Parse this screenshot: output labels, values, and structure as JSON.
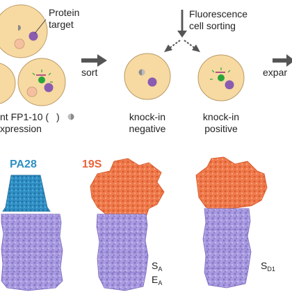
{
  "workflow": {
    "protein_target_label": [
      "Protein",
      "target"
    ],
    "sorting_label": [
      "Fluorescence",
      "cell sorting"
    ],
    "sort_arrow_label": "sort",
    "expand_arrow_label": "expar",
    "expression_label": [
      "nt FP1-10 (",
      ")",
      "xpression"
    ],
    "negative_label": [
      "knock-in",
      "negative"
    ],
    "positive_label": [
      "knock-in",
      "positive"
    ]
  },
  "structures": [
    {
      "label": "PA28",
      "color": "#2f8fc4",
      "states": []
    },
    {
      "label": "19S",
      "color": "#e8643a",
      "states": [
        {
          "letter": "S",
          "sub": "A"
        },
        {
          "letter": "E",
          "sub": "A"
        }
      ]
    },
    {
      "label": "",
      "color": "#f28a5c",
      "states": [
        {
          "letter": "S",
          "sub": "D1"
        }
      ]
    }
  ],
  "colors": {
    "cell_fill": "#f7d9a2",
    "nucleus_fill": "#f5c0a0",
    "target_purple": "#8a5bb0",
    "gfp_green": "#2aa53a",
    "fp_grey": "#8a8a8a",
    "core_lavender": "#a99be0",
    "core_lavender_dark": "#8877c9",
    "arrow_grey": "#555555"
  }
}
